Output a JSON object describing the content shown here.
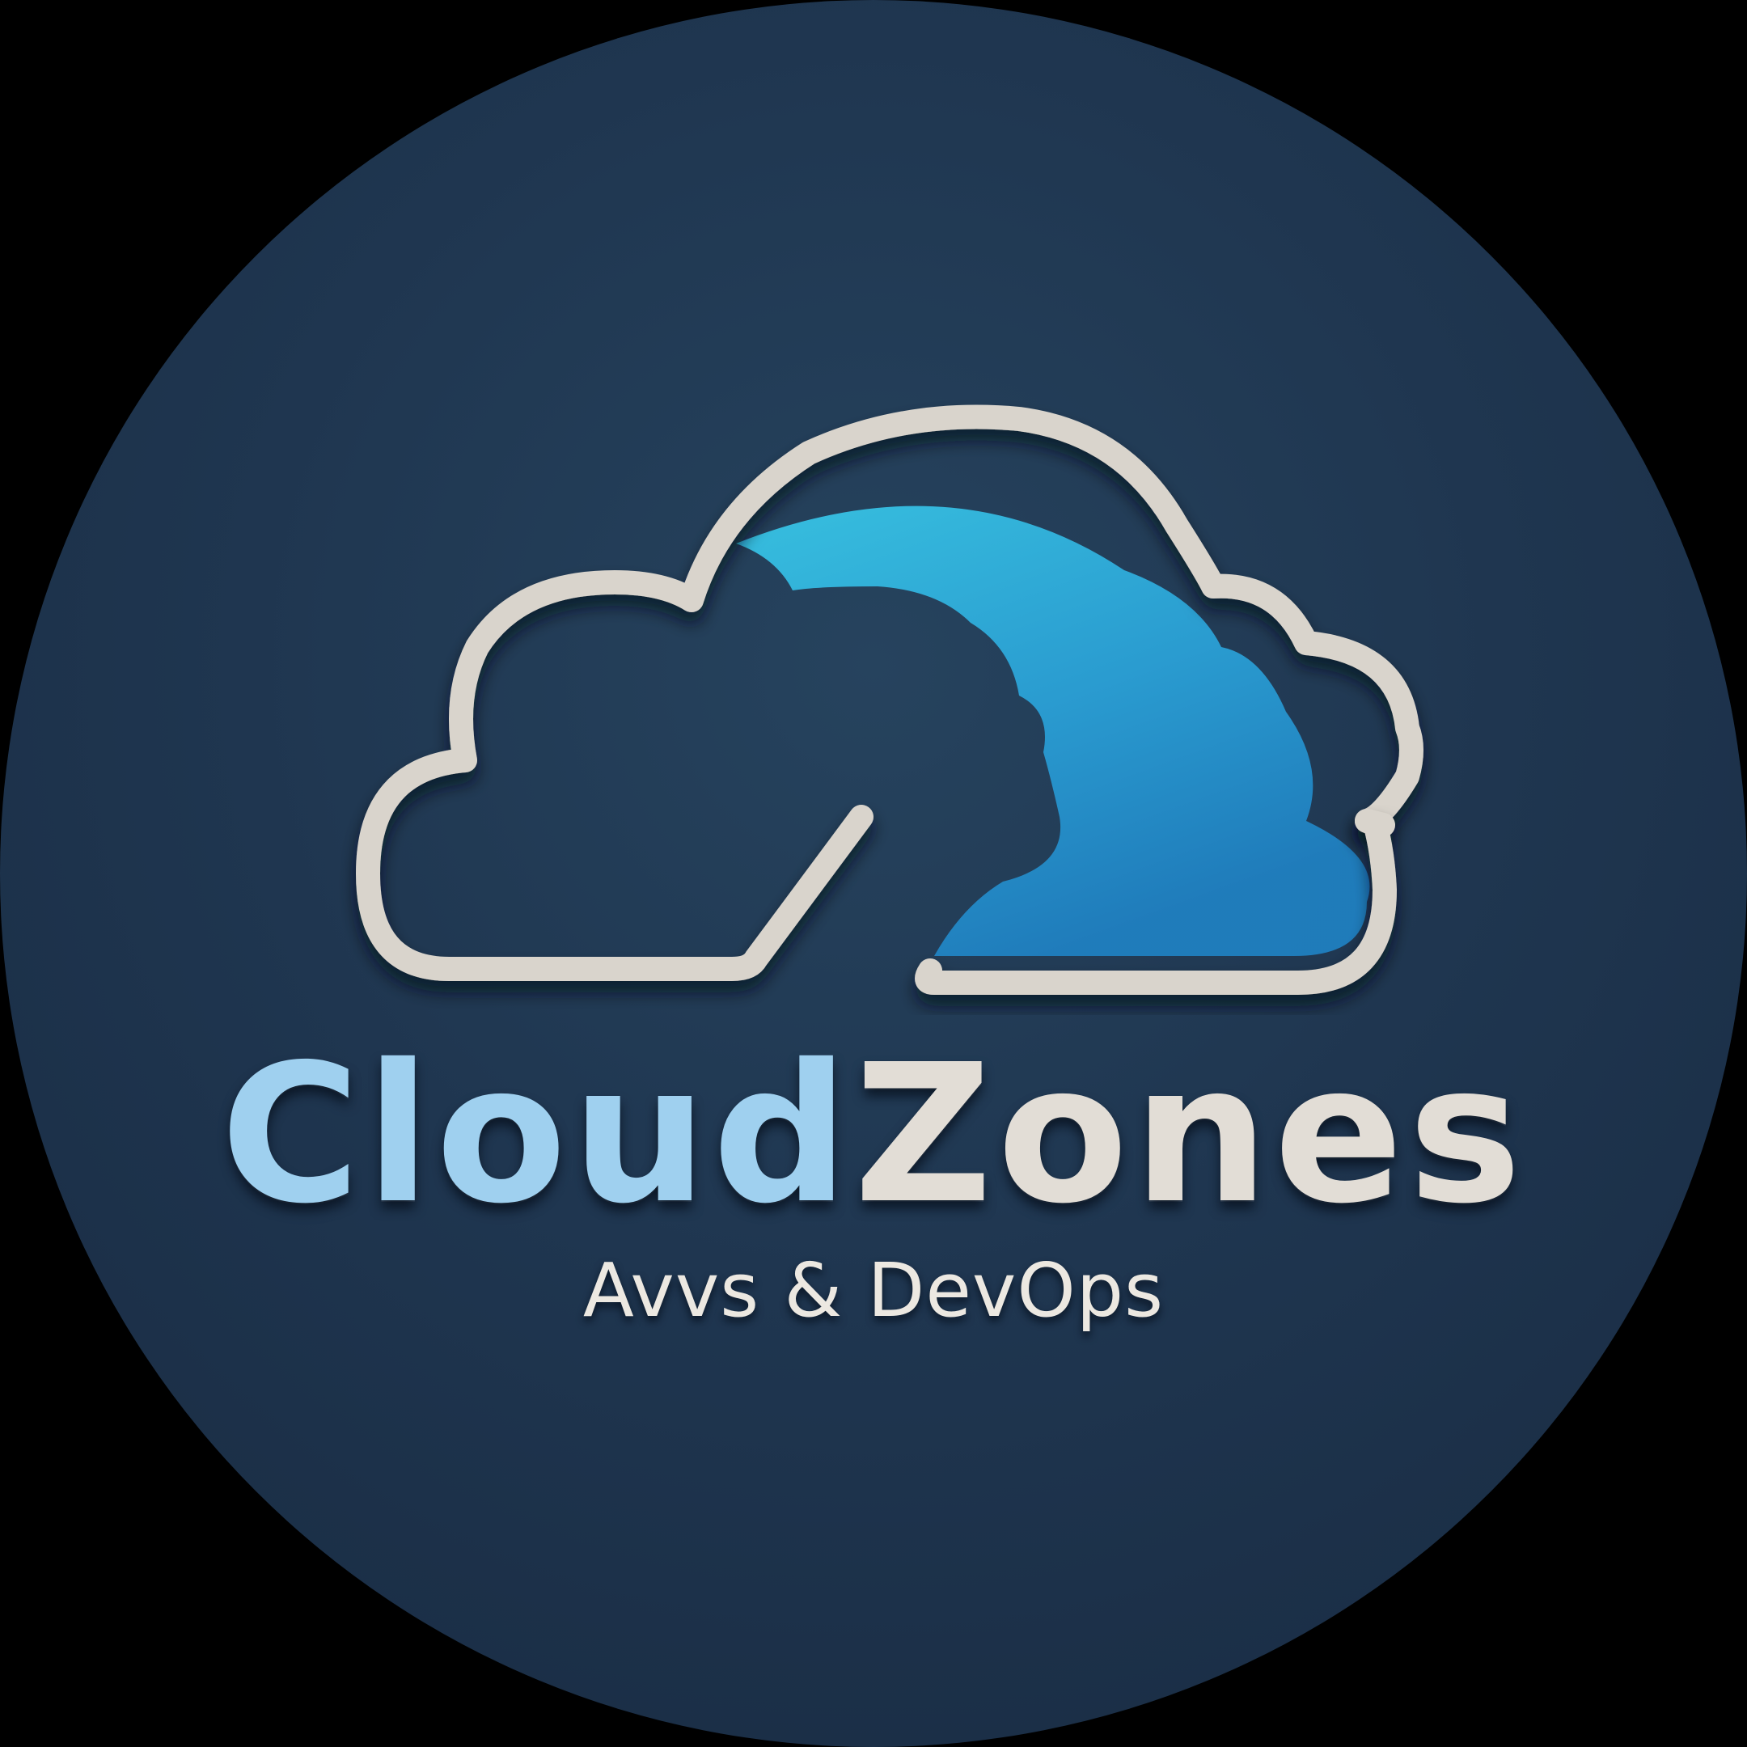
{
  "logo": {
    "name_part_1": "Cloud",
    "name_part_2": "Zones",
    "tagline": "Avvs & DevOps",
    "icon": "cloud-icon"
  },
  "colors": {
    "background": "#1f3650",
    "cloud_outline": "#d9d4cc",
    "cloud_fill": "#2aa8d8",
    "name_part_1": "#9fd0ef",
    "name_part_2": "#e2ddd6",
    "tagline": "#ece8e1"
  }
}
